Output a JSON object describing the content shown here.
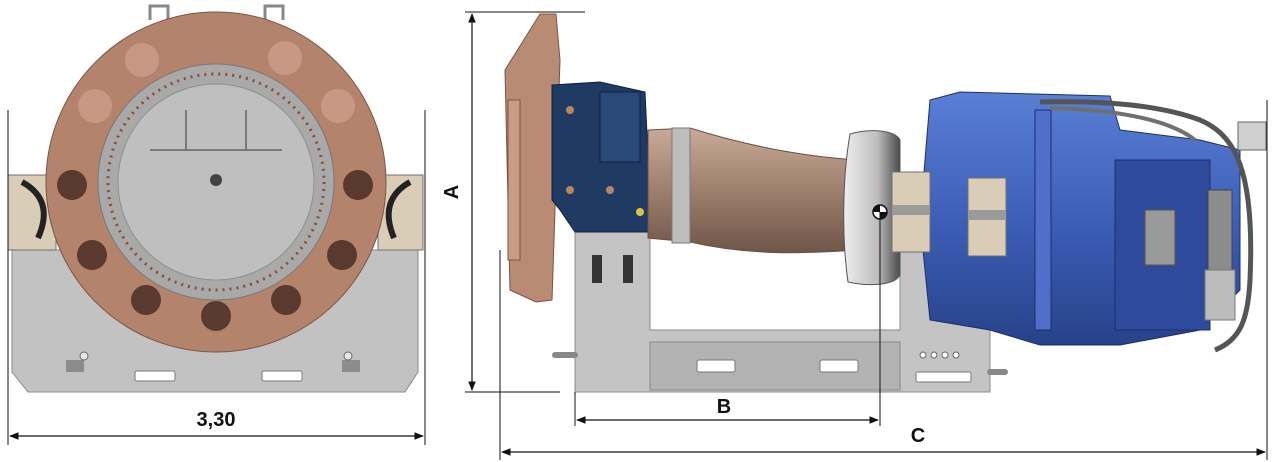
{
  "dimensions": {
    "width_label": "3,30",
    "a_label": "A",
    "b_label": "B",
    "c_label": "C"
  },
  "colors": {
    "flange_copper": "#b3836c",
    "frame_gray": "#b9b9b9",
    "gearbox_blue": "#3d5fb8",
    "bearing_navy": "#1f3b63",
    "shaft_bronze": "#9e7f6e",
    "disc_gray": "#d8d8d8"
  }
}
